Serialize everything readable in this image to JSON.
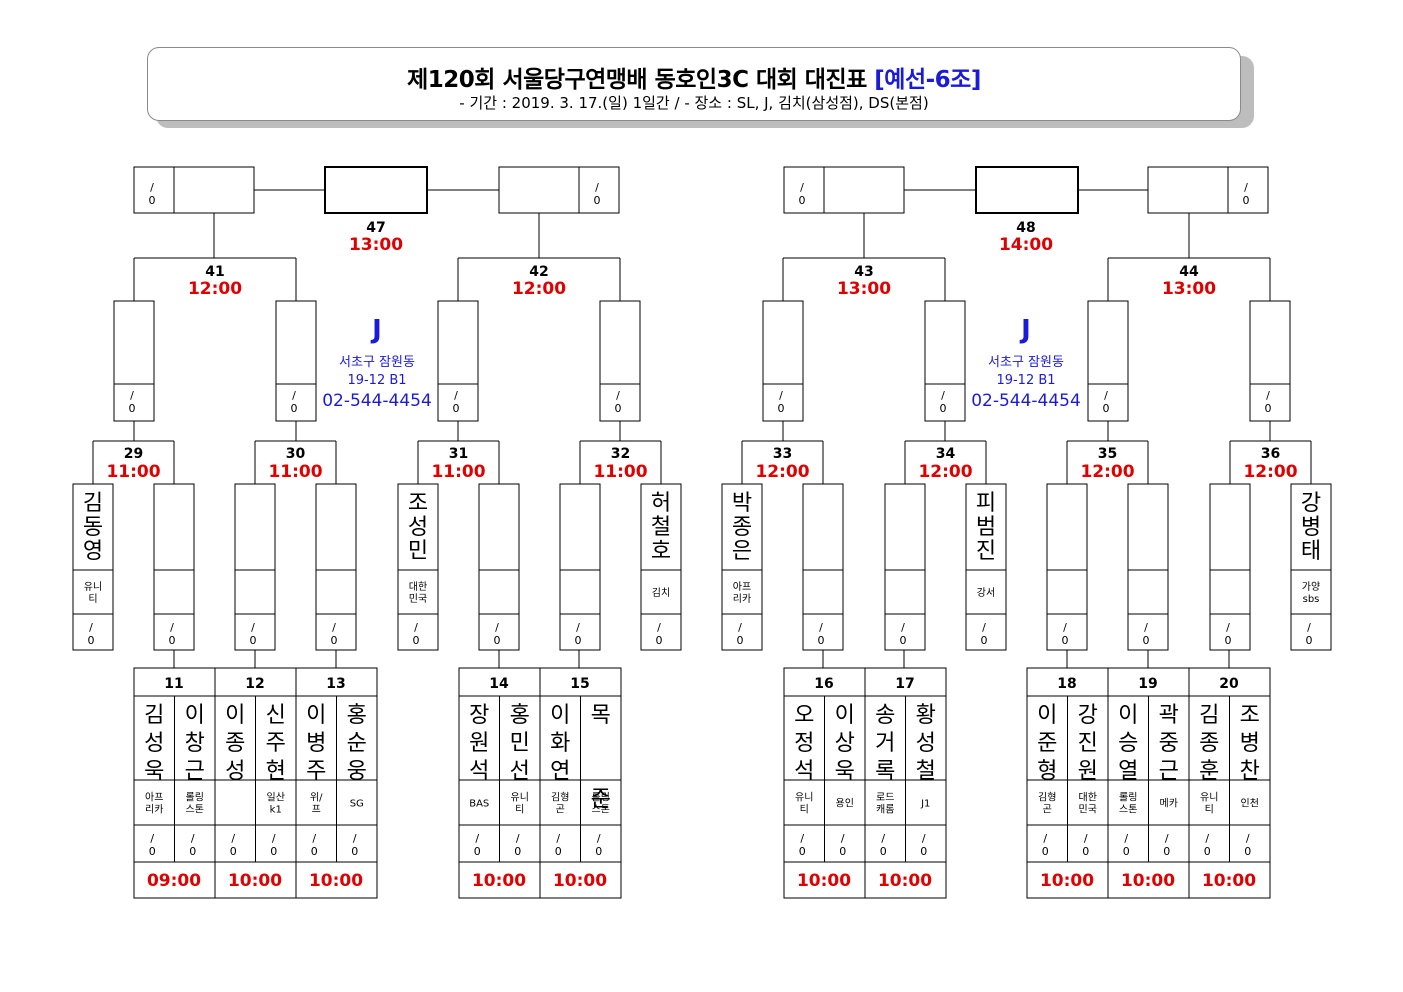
{
  "header": {
    "title": "제120회 서울당구연맹배 동호인3C 대회 대진표",
    "group": "[예선-6조]",
    "subtitle": "-  기간 : 2019. 3. 17.(일)  1일간  /  -  장소 : SL, J, 김치(삼성점), DS(본점)"
  },
  "score_placeholder": "/",
  "score_zero": "0",
  "venues": [
    {
      "name": "J",
      "address1": "서초구 잠원동",
      "address2": "19-12 B1",
      "phone": "02-544-4454"
    },
    {
      "name": "J",
      "address1": "서초구 잠원동",
      "address2": "19-12 B1",
      "phone": "02-544-4454"
    }
  ],
  "finals": [
    {
      "num": "47",
      "time": "13:00"
    },
    {
      "num": "48",
      "time": "14:00"
    }
  ],
  "semis": [
    {
      "num": "41",
      "time": "12:00"
    },
    {
      "num": "42",
      "time": "12:00"
    },
    {
      "num": "43",
      "time": "13:00"
    },
    {
      "num": "44",
      "time": "13:00"
    }
  ],
  "round2": [
    {
      "num": "29",
      "time": "11:00",
      "left": {
        "name": "김동영",
        "club": "유니티"
      },
      "right": {
        "name": "",
        "club": ""
      }
    },
    {
      "num": "30",
      "time": "11:00",
      "left": {
        "name": "",
        "club": ""
      },
      "right": {
        "name": "",
        "club": ""
      }
    },
    {
      "num": "31",
      "time": "11:00",
      "left": {
        "name": "조성민",
        "club": "대한민국"
      },
      "right": {
        "name": "",
        "club": ""
      }
    },
    {
      "num": "32",
      "time": "11:00",
      "left": {
        "name": "",
        "club": ""
      },
      "right": {
        "name": "허철호",
        "club": "김치"
      }
    },
    {
      "num": "33",
      "time": "12:00",
      "left": {
        "name": "박종은",
        "club": "아프리카"
      },
      "right": {
        "name": "",
        "club": ""
      }
    },
    {
      "num": "34",
      "time": "12:00",
      "left": {
        "name": "",
        "club": ""
      },
      "right": {
        "name": "피범진",
        "club": "강서"
      }
    },
    {
      "num": "35",
      "time": "12:00",
      "left": {
        "name": "",
        "club": ""
      },
      "right": {
        "name": "",
        "club": ""
      }
    },
    {
      "num": "36",
      "time": "12:00",
      "left": {
        "name": "",
        "club": ""
      },
      "right": {
        "name": "강병태",
        "club": "가양sbs"
      }
    }
  ],
  "round1": [
    {
      "num": "11",
      "time": "09:00",
      "left": {
        "name": "김성욱",
        "club": "아프리카"
      },
      "right": {
        "name": "이창근",
        "club": "롤링스톤"
      }
    },
    {
      "num": "12",
      "time": "10:00",
      "left": {
        "name": "이종성",
        "club": ""
      },
      "right": {
        "name": "신주현",
        "club": "일산k1"
      }
    },
    {
      "num": "13",
      "time": "10:00",
      "left": {
        "name": "이병주",
        "club": "위/프"
      },
      "right": {
        "name": "홍순웅",
        "club": "SG"
      }
    },
    {
      "num": "14",
      "time": "10:00",
      "left": {
        "name": "장원석",
        "club": "BAS"
      },
      "right": {
        "name": "홍민선",
        "club": "유니티"
      }
    },
    {
      "num": "15",
      "time": "10:00",
      "left": {
        "name": "이화연",
        "club": "김형곤"
      },
      "right": {
        "name": "목  준",
        "club": "롤링스톤"
      }
    },
    {
      "num": "16",
      "time": "10:00",
      "left": {
        "name": "오정석",
        "club": "유니티"
      },
      "right": {
        "name": "이상욱",
        "club": "용인"
      }
    },
    {
      "num": "17",
      "time": "10:00",
      "left": {
        "name": "송거록",
        "club": "로드캐롬"
      },
      "right": {
        "name": "황성철",
        "club": "J1"
      }
    },
    {
      "num": "18",
      "time": "10:00",
      "left": {
        "name": "이준형",
        "club": "김형곤"
      },
      "right": {
        "name": "강진원",
        "club": "대한민국"
      }
    },
    {
      "num": "19",
      "time": "10:00",
      "left": {
        "name": "이승열",
        "club": "롤링스톤"
      },
      "right": {
        "name": "곽중근",
        "club": "메카"
      }
    },
    {
      "num": "20",
      "time": "10:00",
      "left": {
        "name": "김종훈",
        "club": "유니티"
      },
      "right": {
        "name": "조병찬",
        "club": "인천"
      }
    }
  ]
}
